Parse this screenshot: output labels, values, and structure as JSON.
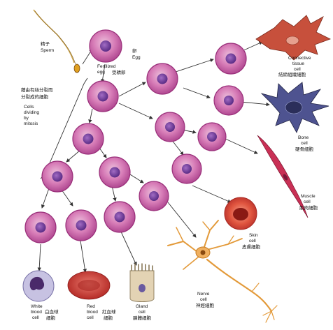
{
  "labels": {
    "sperm_zh": "精子",
    "sperm_en": "Sperm",
    "egg_zh": "卵",
    "egg_en": "Egg",
    "fert_en_1": "Fertilized",
    "fert_en_2": "egg",
    "fert_zh": "受精卵",
    "mitosis_zh_1": "藉由有絲分裂而",
    "mitosis_zh_2": "分裂成的細胞",
    "mitosis_en_1": "Cells",
    "mitosis_en_2": "dividing",
    "mitosis_en_3": "by",
    "mitosis_en_4": "mitosis",
    "conn_en_1": "Connective",
    "conn_en_2": "tissue",
    "conn_en_3": "cell",
    "conn_zh": "結締組織細胞",
    "bone_en_1": "Bone",
    "bone_en_2": "cell",
    "bone_zh": "硬骨細胞",
    "muscle_en_1": "Muscle",
    "muscle_en_2": "cell",
    "muscle_zh": "肌肉細胞",
    "skin_en_1": "Skin",
    "skin_en_2": "cell",
    "skin_zh": "皮膚細胞",
    "nerve_en_1": "Nerve",
    "nerve_en_2": "cell",
    "nerve_zh": "神經細胞",
    "white_en_1": "White",
    "white_en_2": "blood",
    "white_en_3": "cell",
    "white_zh_1": "白血球",
    "white_zh_2": "細胞",
    "red_en_1": "Red",
    "red_en_2": "blood",
    "red_en_3": "cell",
    "red_zh_1": "紅血球",
    "red_zh_2": "細胞",
    "gland_en_1": "Gland",
    "gland_en_2": "cell",
    "gland_zh": "腺體細胞"
  },
  "colors": {
    "cell_membrane": "#9a2f7a",
    "cell_fill": "#d477b6",
    "nucleus": "#7b3a9a",
    "arrow": "#333333",
    "connective": "#c0523f",
    "bone": "#4a4f86",
    "muscle": "#c02e52",
    "skin": "#d94436",
    "nerve": "#e8a040",
    "red_blood": "#c8302e",
    "white_blood": "#b7b3d8",
    "gland": "#d9c7a8"
  }
}
